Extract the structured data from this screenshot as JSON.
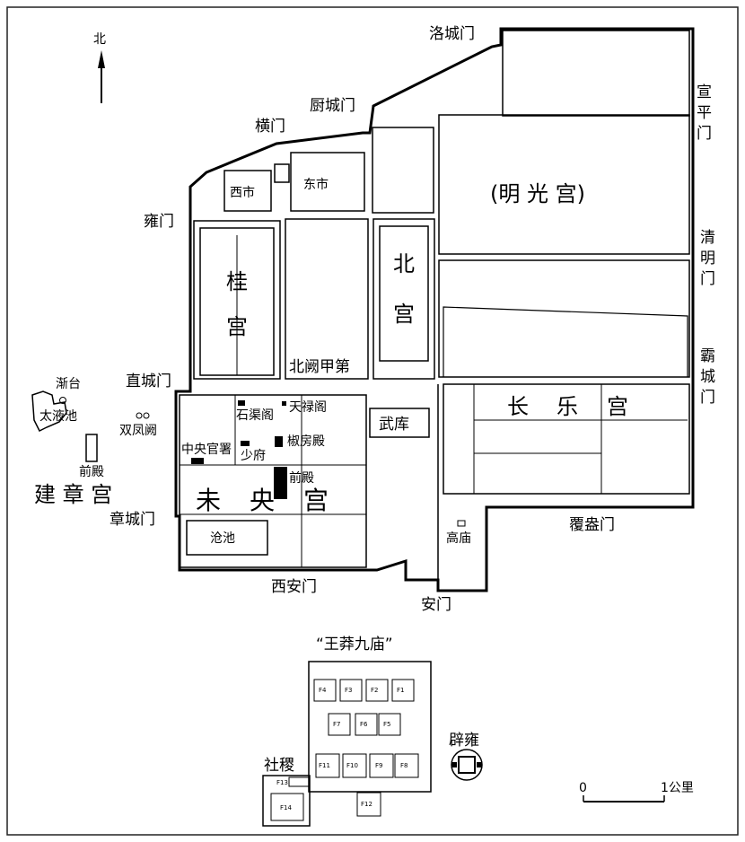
{
  "compass": {
    "north": "北"
  },
  "gates": {
    "luocheng": "洛城门",
    "xuanping": [
      "宣",
      "平",
      "门"
    ],
    "chucheng": "厨城门",
    "heng": "横门",
    "yong": "雍门",
    "qingming": [
      "清",
      "明",
      "门"
    ],
    "bacheng": [
      "霸",
      "城",
      "门"
    ],
    "zhicheng": "直城门",
    "zhangcheng": "章城门",
    "xian": "西安门",
    "an": "安门",
    "fuang": "覆盎门"
  },
  "places": {
    "xishi": "西市",
    "dongshi": "东市",
    "mingguang": "(明 光 宫)",
    "gui": [
      "桂",
      "宫"
    ],
    "bei": [
      "北",
      "宫"
    ],
    "beique": "北阙甲第",
    "changle": [
      "长",
      "乐",
      "宫"
    ],
    "wuku": "武库",
    "shiqu": "石渠阁",
    "tianlu": "天禄阁",
    "jiaofang": "椒房殿",
    "zhongyang": "中央官署",
    "shaofu": "少府",
    "qiandian_wy": "前殿",
    "weiyang": [
      "未",
      "央",
      "宫"
    ],
    "cangchi": "沧池",
    "gaomiao": "高庙",
    "jiantai": "渐台",
    "taiye": "太液池",
    "shuangfeng": "双凤阙",
    "qiandian_jz": "前殿",
    "jianzhang": "建 章 宫",
    "wangmang": "“王莽九庙”",
    "biyong": "辟雍",
    "sheji": "社稷"
  },
  "temples": [
    "F1",
    "F2",
    "F3",
    "F4",
    "F5",
    "F6",
    "F7",
    "F8",
    "F9",
    "F10",
    "F11",
    "F12",
    "F13",
    "F14"
  ],
  "scale": {
    "zero": "0",
    "one": "1公里"
  }
}
